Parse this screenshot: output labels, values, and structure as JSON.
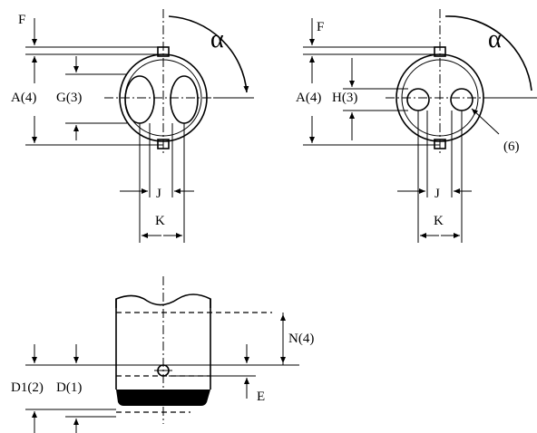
{
  "view_left": {
    "label_f": "F",
    "label_a": "A(4)",
    "label_g": "G(3)",
    "label_j": "J",
    "label_k": "K",
    "label_alpha": "α"
  },
  "view_right": {
    "label_f": "F",
    "label_a": "A(4)",
    "label_h": "H(3)",
    "label_j": "J",
    "label_k": "K",
    "label_alpha": "α",
    "label_note": "(6)"
  },
  "view_side": {
    "label_n": "N(4)",
    "label_d1": "D1(2)",
    "label_d": "D(1)",
    "label_e": "E"
  }
}
